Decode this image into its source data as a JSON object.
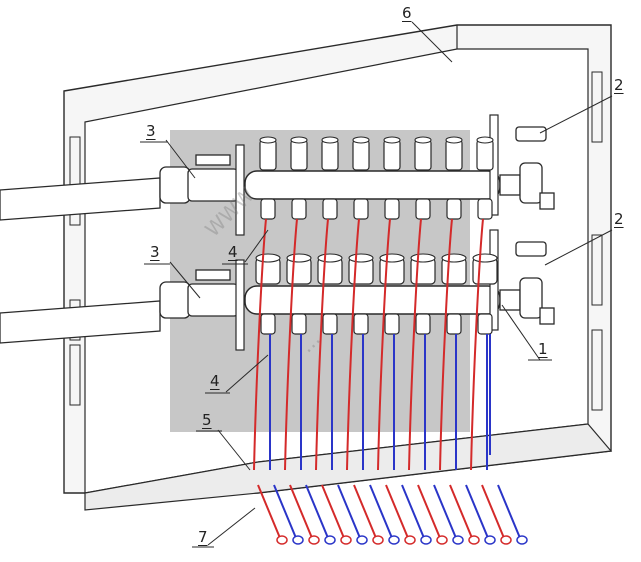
{
  "figure": {
    "callouts": [
      {
        "id": "c1",
        "label": "1"
      },
      {
        "id": "c2a",
        "label": "2"
      },
      {
        "id": "c2b",
        "label": "2"
      },
      {
        "id": "c3a",
        "label": "3"
      },
      {
        "id": "c3b",
        "label": "3"
      },
      {
        "id": "c4a",
        "label": "4"
      },
      {
        "id": "c4b",
        "label": "4"
      },
      {
        "id": "c5",
        "label": "5"
      },
      {
        "id": "c6",
        "label": "6"
      },
      {
        "id": "c7",
        "label": "7"
      }
    ],
    "watermark": {
      "text_a": "WWW",
      "text_b": "..."
    },
    "colors": {
      "outline": "#2a2a2a",
      "shade": "#bdbdbd",
      "supply_pipe": "#d42a2a",
      "return_pipe": "#2a35c8",
      "cabinet_fill": "#f6f6f6"
    },
    "manifold": {
      "circuits": 8
    }
  }
}
